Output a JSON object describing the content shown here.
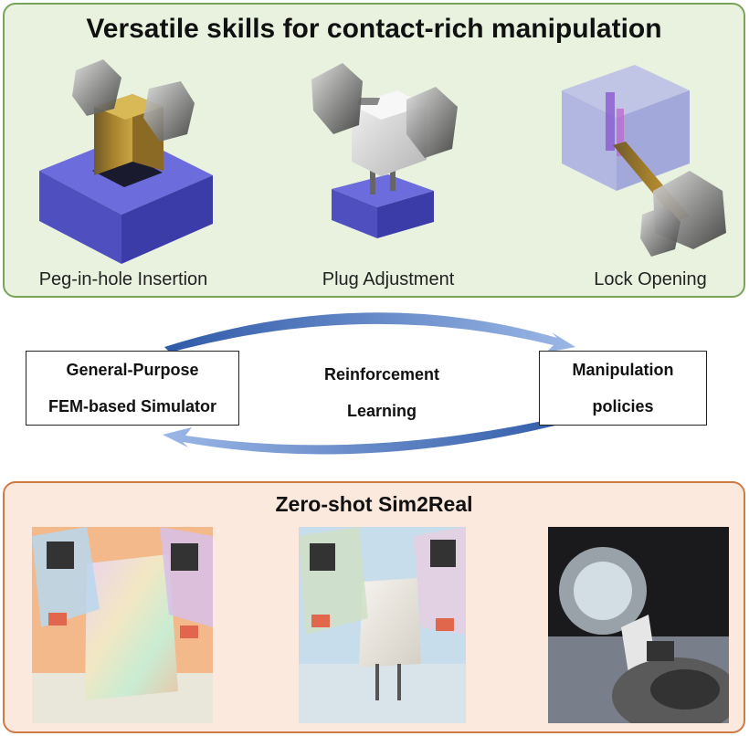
{
  "top_panel": {
    "title": "Versatile skills for contact-rich manipulation",
    "tasks": [
      {
        "label": "Peg-in-hole Insertion"
      },
      {
        "label": "Plug Adjustment"
      },
      {
        "label": "Lock Opening"
      }
    ]
  },
  "cycle": {
    "left_box": {
      "line1": "General-Purpose",
      "line2": "FEM-based Simulator"
    },
    "center": {
      "line1": "Reinforcement",
      "line2": "Learning"
    },
    "right_box": {
      "line1": "Manipulation",
      "line2": "policies"
    }
  },
  "bottom_panel": {
    "title": "Zero-shot Sim2Real"
  },
  "colors": {
    "top_bg": "#e9f2df",
    "top_border": "#79a55b",
    "bottom_bg": "#fbe9de",
    "bottom_border": "#cf7b45",
    "arrow": "#4f79bd",
    "base_blue": "#5656c8",
    "gold": "#a8822c"
  }
}
